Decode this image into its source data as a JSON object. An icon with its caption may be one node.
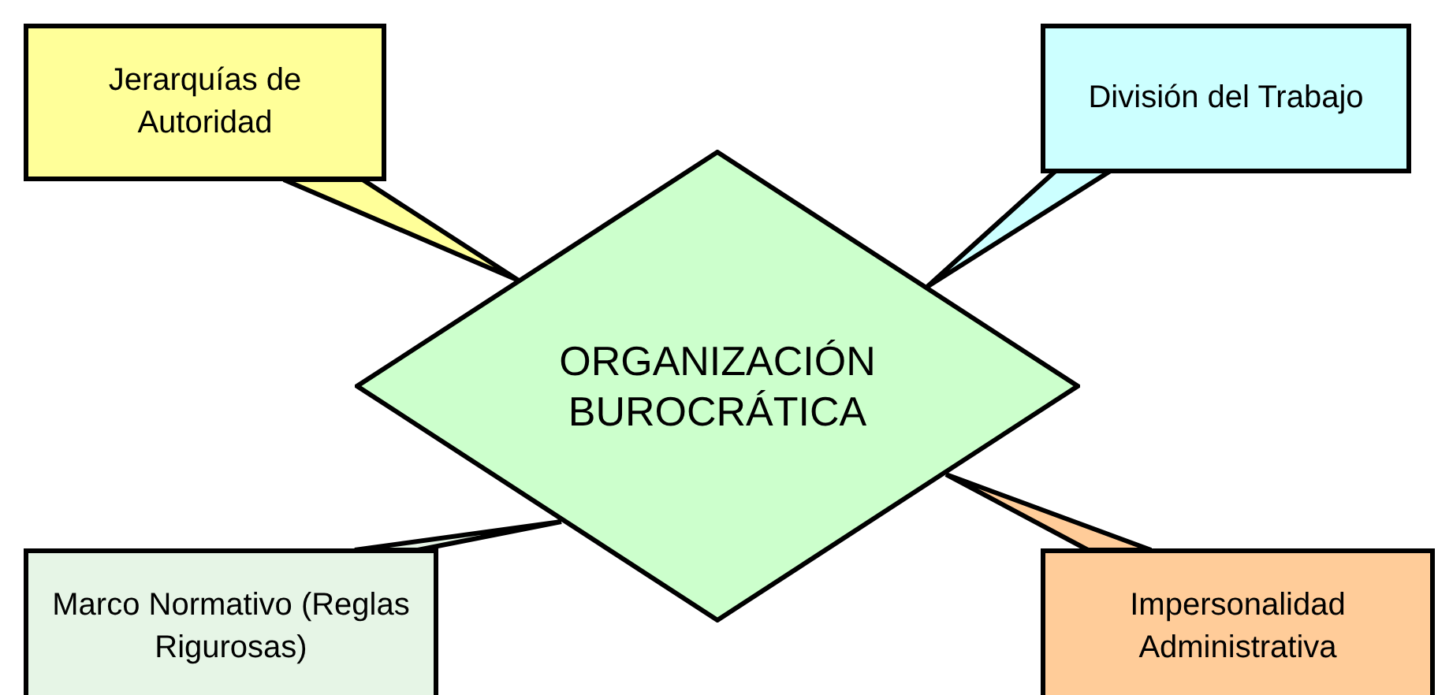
{
  "diagram": {
    "nodes": [
      {
        "text": [
          "Jerarquías de Autoridad"
        ]
      },
      {
        "text": [
          "División del Trabajo"
        ]
      },
      {
        "text": [
          "ORGANIZACIÓN BUROCRÁTICA"
        ]
      },
      {
        "text": [
          "Marco Normativo (Reglas Rigurosas)"
        ]
      },
      {
        "text": [
          "Impersonalidad Administrativa"
        ]
      }
    ],
    "edges": [
      {
        "from": 0,
        "to": 2,
        "arrow": "none"
      },
      {
        "from": 1,
        "to": 2,
        "arrow": "none"
      },
      {
        "from": 3,
        "to": 2,
        "arrow": "none"
      },
      {
        "from": 4,
        "to": 2,
        "arrow": "none"
      }
    ]
  }
}
